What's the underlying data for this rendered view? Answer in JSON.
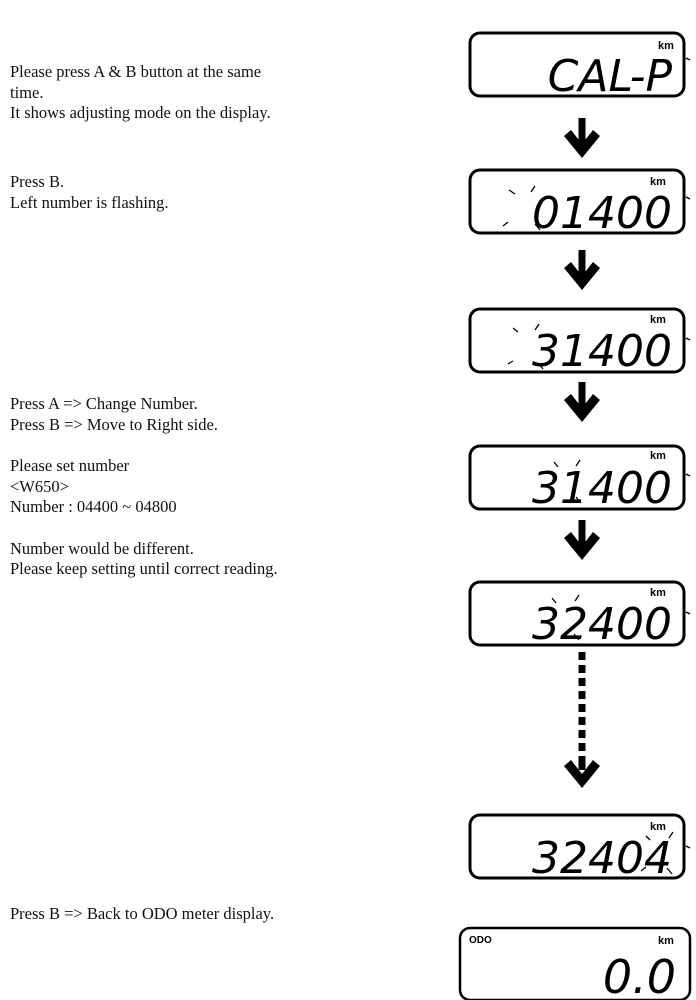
{
  "steps": {
    "step1": {
      "line1": "Please press A & B button at the same",
      "line2": "time.",
      "line3": "It shows adjusting mode on the display."
    },
    "step2": {
      "line1": "Press B.",
      "line2": "Left number is flashing."
    },
    "step3": {
      "line1": "Press A => Change Number.",
      "line2": "Press B => Move to Right side.",
      "line3": "Please set number",
      "line4": "<W650>",
      "line5": "Number : 04400 ~ 04800",
      "line6": "Number would be different.",
      "line7": "Please keep setting until correct reading."
    },
    "step4": {
      "line1": "Press B => Back to ODO meter display."
    }
  },
  "displays": [
    {
      "unit": "km",
      "reading": "CAL-P"
    },
    {
      "unit": "km",
      "reading": "01400"
    },
    {
      "unit": "km",
      "reading": "31400"
    },
    {
      "unit": "km",
      "reading": "31400"
    },
    {
      "unit": "km",
      "reading": "32400"
    },
    {
      "unit": "km",
      "reading": "32404"
    }
  ],
  "odo_display": {
    "label": "ODO",
    "unit": "km",
    "reading": "0.0"
  },
  "icons": {
    "arrow": "arrow-down-icon",
    "dotted_arrow": "dotted-arrow-down-icon",
    "flash_mark": "flashing-digit-icon"
  }
}
